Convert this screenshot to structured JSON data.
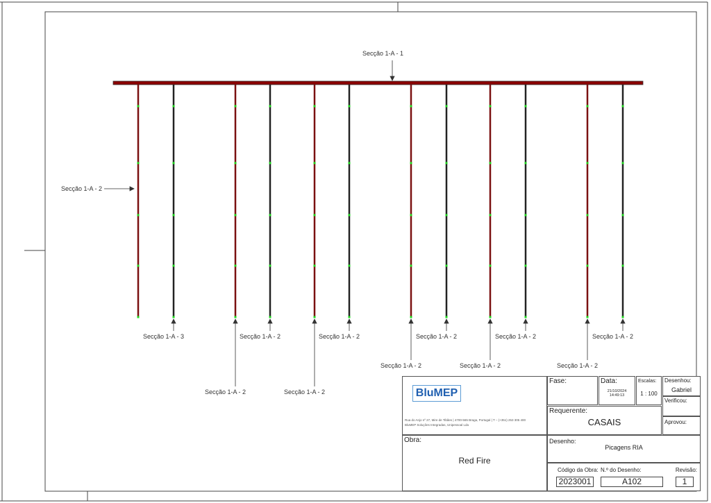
{
  "drawing": {
    "main_label": "Secção 1-A - 1",
    "left_label": "Secção 1-A - 2",
    "branch_labels": [
      {
        "text": "Secção 1-A - 3",
        "pipe": 1
      },
      {
        "text": "Secção 1-A - 2",
        "pipe": 3
      },
      {
        "text": "Secção 1-A - 2",
        "pipe": 5
      },
      {
        "text": "Secção 1-A - 2",
        "pipe": 7
      },
      {
        "text": "Secção 1-A - 2",
        "pipe": 9
      },
      {
        "text": "Secção 1-A - 2",
        "pipe": 11
      },
      {
        "text": "Secção 1-A - 2",
        "pipe": 6
      },
      {
        "text": "Secção 1-A - 2",
        "pipe": 8
      },
      {
        "text": "Secção 1-A - 2",
        "pipe": 10
      },
      {
        "text": "Secção 1-A - 2",
        "pipe": 2
      },
      {
        "text": "Secção 1-A - 2",
        "pipe": 4
      }
    ],
    "colors": {
      "main_pipe": "#8b0000",
      "red_branch": "#7a1010",
      "dark_branch": "#222222",
      "node": "#22dd22"
    }
  },
  "title_block": {
    "logo": "BluMEP",
    "address_line1": "Rua do Anjo nº 27, Mire de Tibães | 4700-565 Braga, Portugal | T – (+351) 253 305 400",
    "address_line2": "BluMEP Soluções Integradas, Unipessoal Lda",
    "fase_label": "Fase:",
    "data_label": "Data:",
    "date": "21/10/2024",
    "time": "14:49:13",
    "escalas_label": "Escalas:",
    "scale": "1 : 100",
    "desenhou_label": "Desenhou:",
    "desenhou": "Gabriel",
    "verificou_label": "Verificou:",
    "aprovou_label": "Aprovou:",
    "requerente_label": "Requerente:",
    "requerente": "CASAIS",
    "obra_label": "Obra:",
    "obra": "Red Fire",
    "desenho_label": "Desenho:",
    "desenho": "Picagens RIA",
    "codigo_label": "Código da Obra:",
    "codigo": "2023001",
    "numero_label": "N.º do Desenho:",
    "numero": "A102",
    "revisao_label": "Revisão:",
    "revisao": "1"
  }
}
